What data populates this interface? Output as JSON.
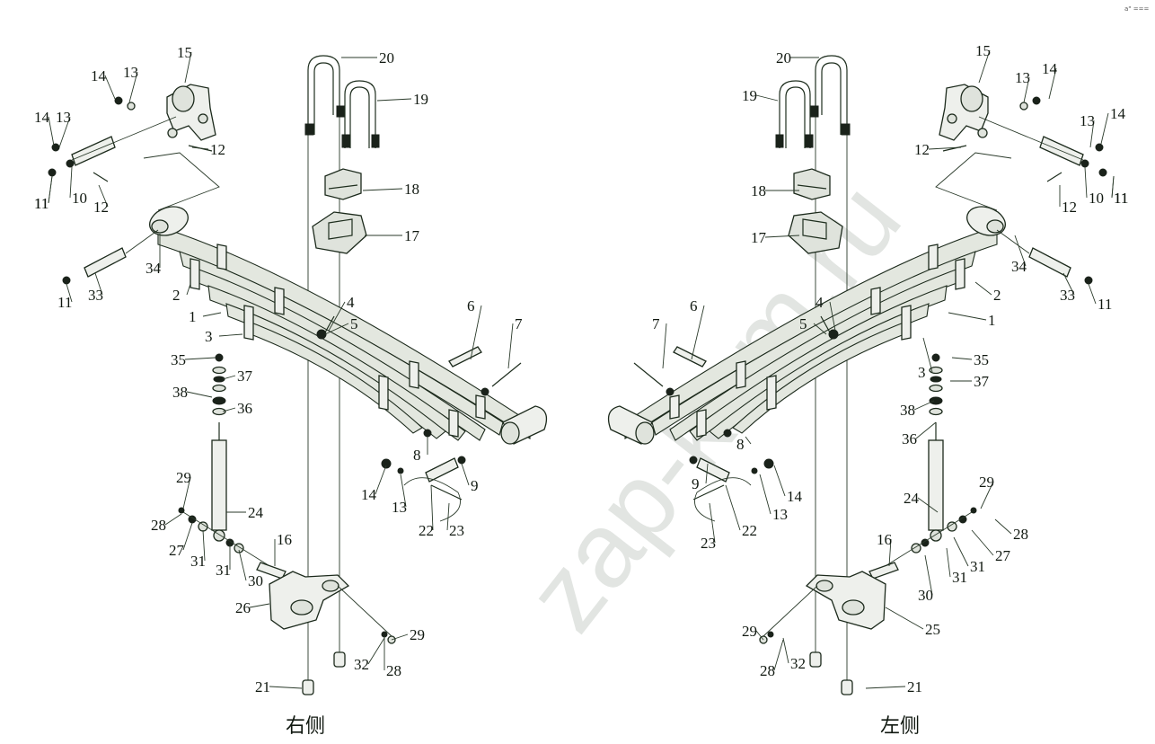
{
  "corner_mark": "a\" ===",
  "watermark": "zap-kam.ru",
  "captions": {
    "right_side": "右侧",
    "left_side": "左侧"
  },
  "left_assembly_labels": [
    "1",
    "2",
    "3",
    "4",
    "5",
    "6",
    "7",
    "8",
    "9",
    "10",
    "11",
    "11",
    "11",
    "12",
    "12",
    "13",
    "13",
    "13",
    "14",
    "14",
    "14",
    "15",
    "16",
    "17",
    "18",
    "19",
    "20",
    "21",
    "22",
    "23",
    "24",
    "26",
    "27",
    "28",
    "28",
    "29",
    "29",
    "30",
    "31",
    "31",
    "32",
    "33",
    "34",
    "35",
    "36",
    "37",
    "38"
  ],
  "right_assembly_labels": [
    "1",
    "2",
    "3",
    "4",
    "5",
    "6",
    "7",
    "8",
    "9",
    "10",
    "11",
    "11",
    "11",
    "12",
    "12",
    "13",
    "13",
    "13",
    "14",
    "14",
    "14",
    "15",
    "16",
    "17",
    "18",
    "19",
    "20",
    "21",
    "22",
    "23",
    "24",
    "25",
    "27",
    "28",
    "28",
    "29",
    "29",
    "30",
    "31",
    "31",
    "32",
    "33",
    "34",
    "35",
    "36",
    "37",
    "38"
  ]
}
